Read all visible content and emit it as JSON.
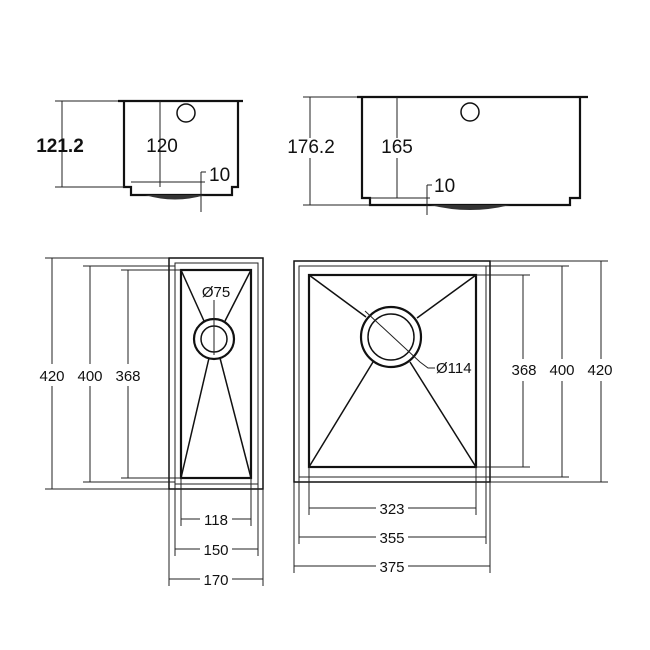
{
  "side_small": {
    "overall_height": "121.2",
    "bowl_depth": "120",
    "flange": "10"
  },
  "side_large": {
    "overall_height": "176.2",
    "bowl_depth": "165",
    "flange": "10"
  },
  "plan_small": {
    "drain": "Ø75",
    "h_outer": "420",
    "h_mid": "400",
    "h_inner": "368",
    "w_inner": "118",
    "w_mid": "150",
    "w_outer": "170"
  },
  "plan_large": {
    "drain": "Ø114",
    "h_inner": "368",
    "h_mid": "400",
    "h_outer": "420",
    "w_inner": "323",
    "w_mid": "355",
    "w_outer": "375"
  }
}
